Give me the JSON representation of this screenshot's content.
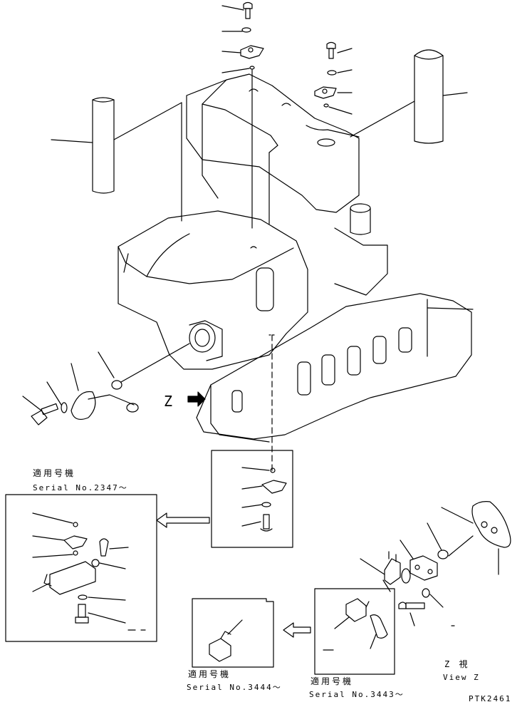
{
  "diagram": {
    "view_marker": "Z",
    "detail_top_jp": "適用号機",
    "detail_top_serial": "Serial No.2347～",
    "detail_bottom_left_jp": "適用号機",
    "detail_bottom_left_serial": "Serial No.3444～",
    "detail_bottom_right_jp": "適用号機",
    "detail_bottom_right_serial": "Serial No.3443～",
    "view_jp": "Z 視",
    "view_en": "View Z",
    "drawing_code": "PTK2461"
  }
}
